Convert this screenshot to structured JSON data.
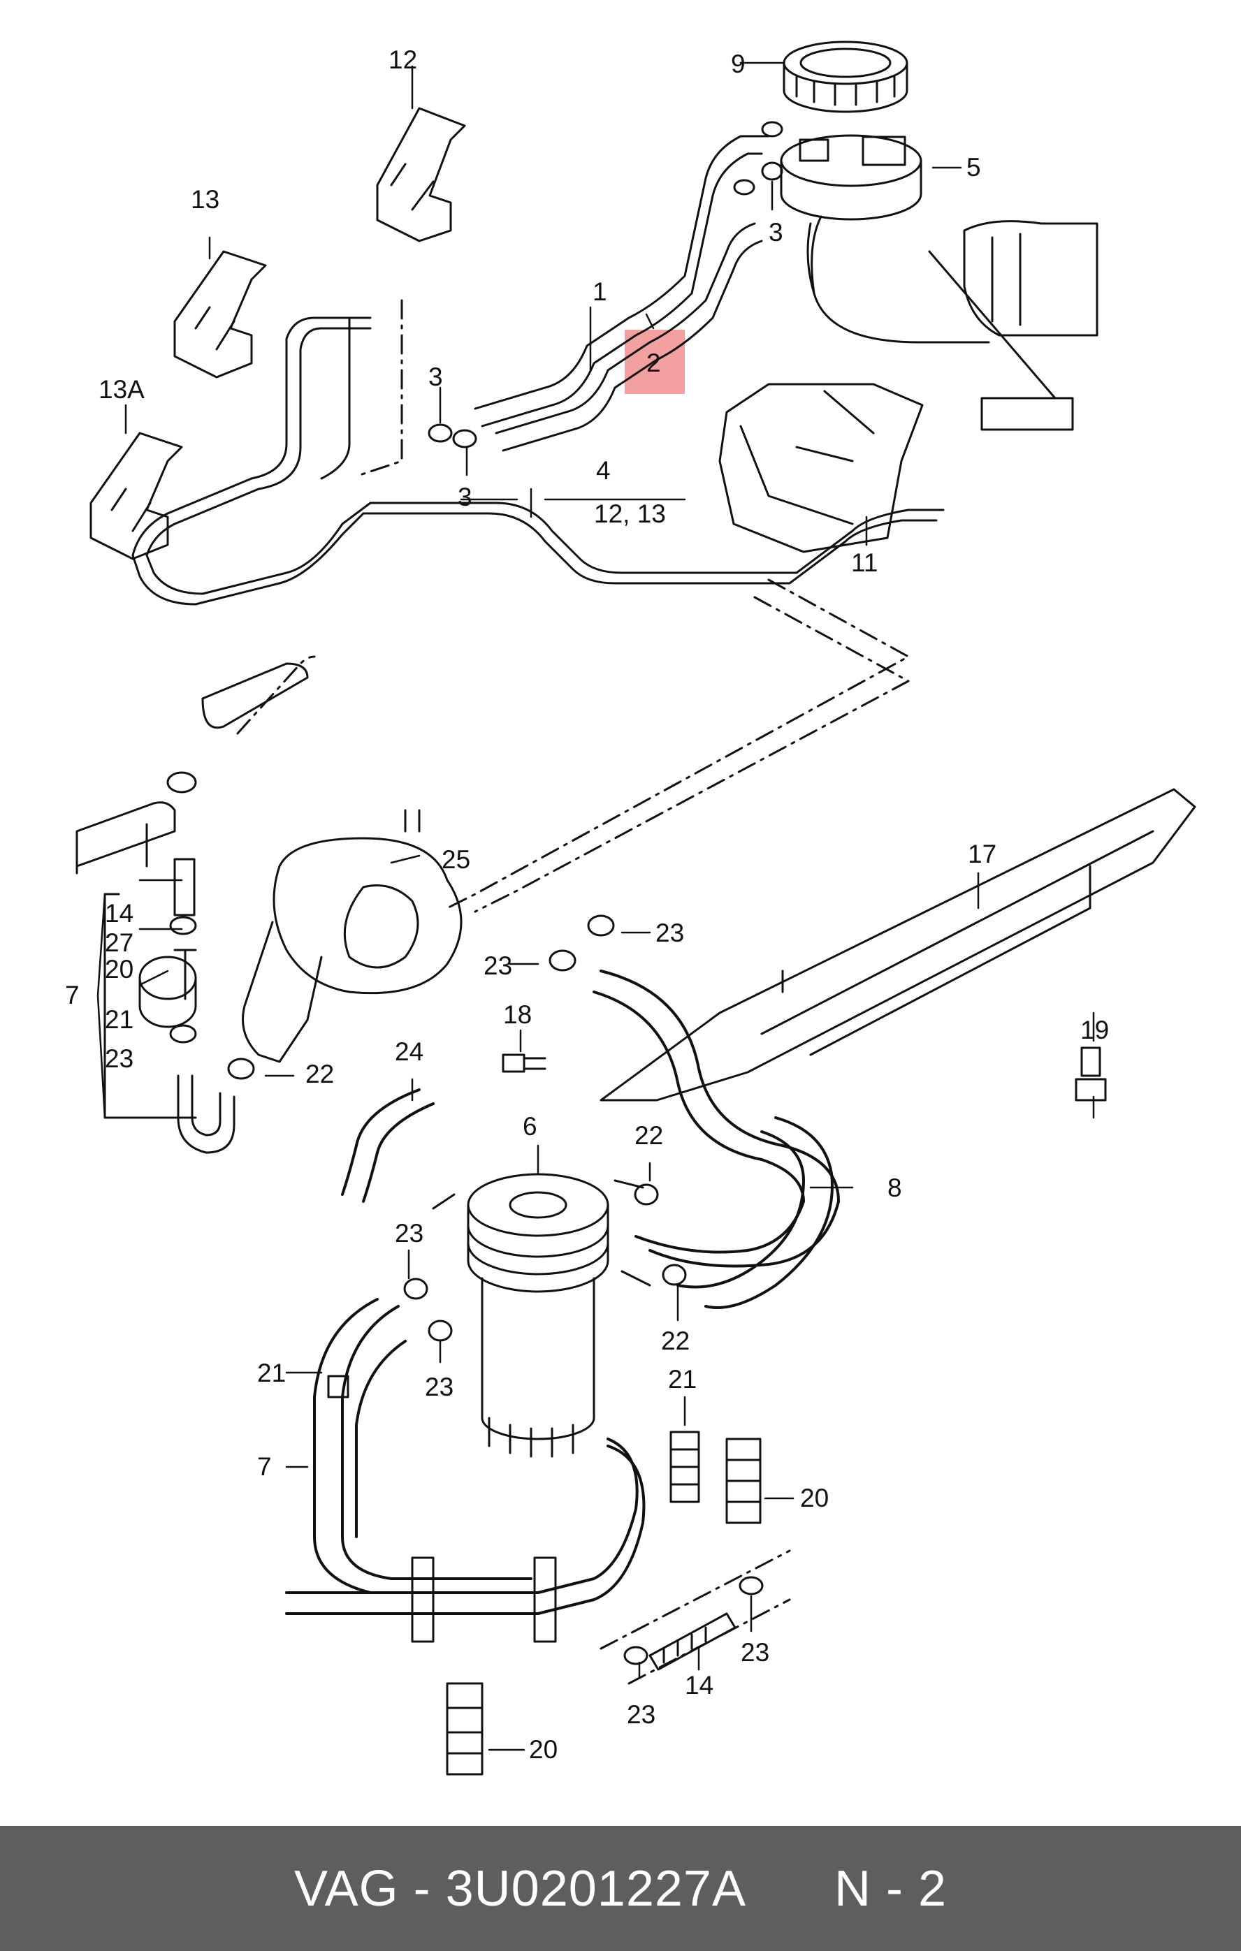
{
  "diagram": {
    "callouts": {
      "c1": "1",
      "c2": "2",
      "c3a": "3",
      "c3b": "3",
      "c3c": "3",
      "c4": "4",
      "c4sub": "12, 13",
      "c5": "5",
      "c6": "6",
      "c7a": "7",
      "c7b": "7",
      "c8": "8",
      "c9": "9",
      "c11": "11",
      "c12": "12",
      "c13": "13",
      "c13a": "13A",
      "c14a": "14",
      "c14b": "14",
      "c17": "17",
      "c18": "18",
      "c19": "19",
      "c20a": "20",
      "c20b": "20",
      "c20c": "20",
      "c21a": "21",
      "c21b": "21",
      "c21c": "21",
      "c22a": "22",
      "c22b": "22",
      "c22c": "22",
      "c23a": "23",
      "c23b": "23",
      "c23c": "23",
      "c23d": "23",
      "c23e": "23",
      "c23f": "23",
      "c23g": "23",
      "c24": "24",
      "c25": "25",
      "c27": "27"
    },
    "highlight_color": "#f29b9b"
  },
  "footer": {
    "part_label": "VAG - 3U0201227A",
    "page_label": "N - 2",
    "background": "#5e5e5e"
  }
}
